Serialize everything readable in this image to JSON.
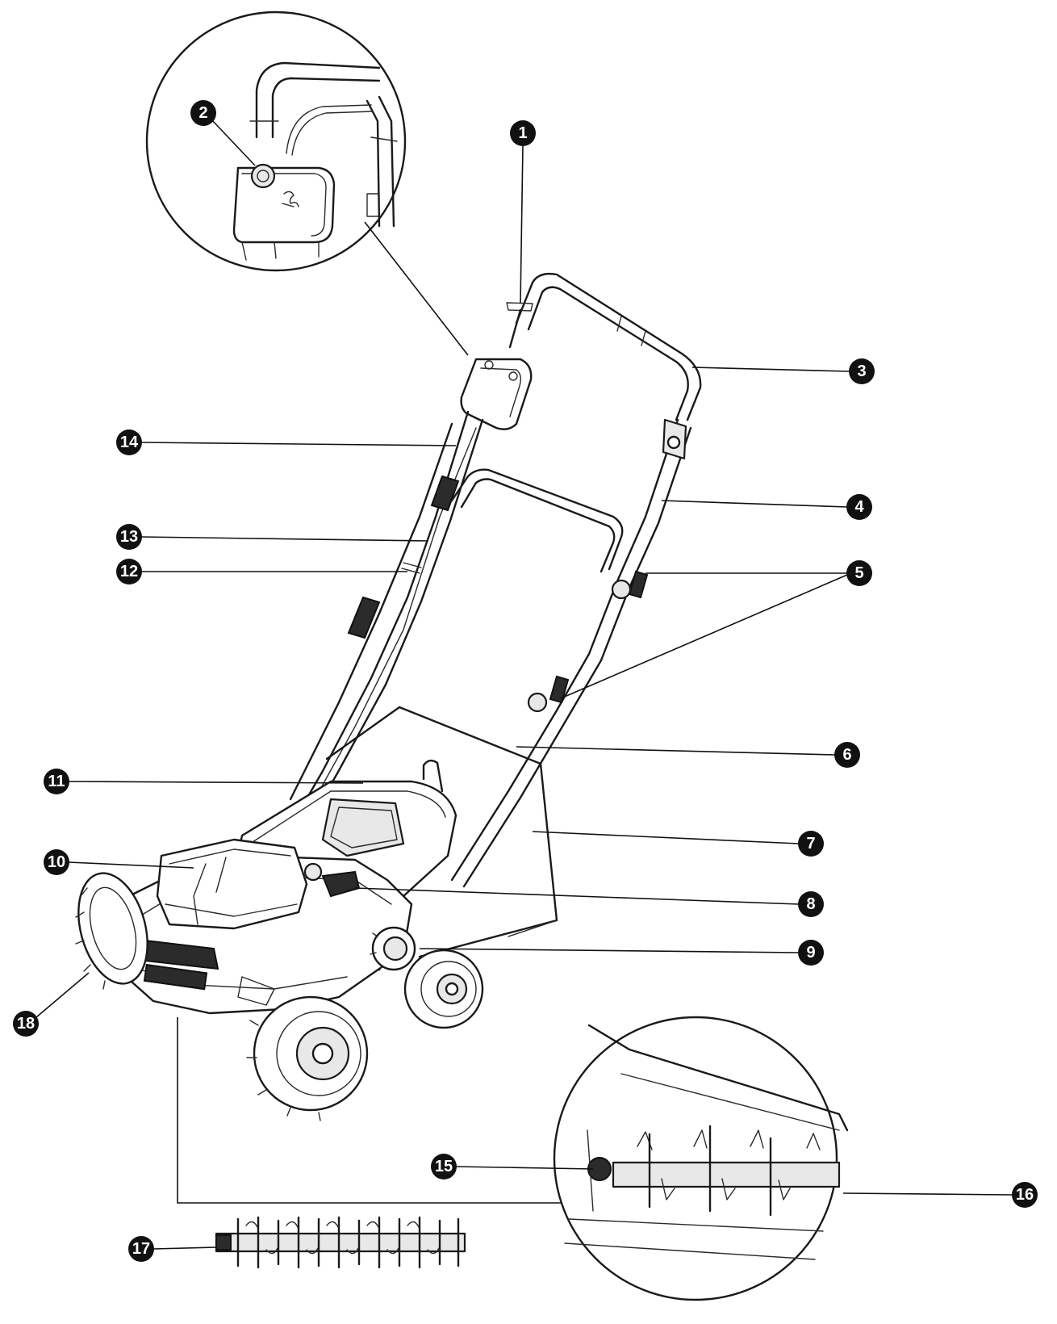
{
  "callouts": [
    {
      "id": "1",
      "label": "1"
    },
    {
      "id": "2",
      "label": "2"
    },
    {
      "id": "3",
      "label": "3"
    },
    {
      "id": "4",
      "label": "4"
    },
    {
      "id": "5",
      "label": "5"
    },
    {
      "id": "6",
      "label": "6"
    },
    {
      "id": "7",
      "label": "7"
    },
    {
      "id": "8",
      "label": "8"
    },
    {
      "id": "9",
      "label": "9"
    },
    {
      "id": "10",
      "label": "10"
    },
    {
      "id": "11",
      "label": "11"
    },
    {
      "id": "12",
      "label": "12"
    },
    {
      "id": "13",
      "label": "13"
    },
    {
      "id": "14",
      "label": "14"
    },
    {
      "id": "15",
      "label": "15"
    },
    {
      "id": "16",
      "label": "16"
    },
    {
      "id": "17",
      "label": "17"
    },
    {
      "id": "18",
      "label": "18"
    }
  ],
  "colors": {
    "line": "#1a1a1a",
    "callout_fill": "#111111",
    "callout_text": "#ffffff",
    "background": "#ffffff"
  }
}
